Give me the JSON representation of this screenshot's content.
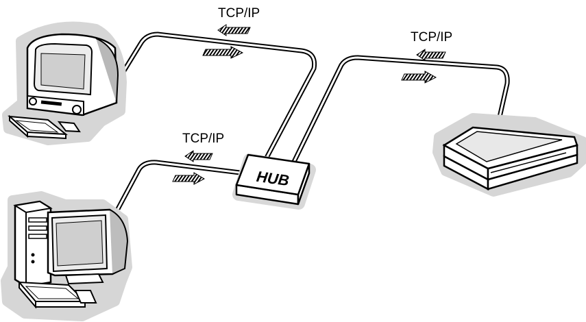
{
  "diagram": {
    "hub": {
      "label": "HUB"
    },
    "links": [
      {
        "protocol": "TCP/IP"
      },
      {
        "protocol": "TCP/IP"
      },
      {
        "protocol": "TCP/IP"
      }
    ],
    "nodes": {
      "computer_top": {
        "icon": "all-in-one-computer-icon"
      },
      "computer_bottom": {
        "icon": "desktop-tower-computer-icon"
      },
      "scanner": {
        "icon": "flatbed-scanner-icon"
      }
    }
  }
}
